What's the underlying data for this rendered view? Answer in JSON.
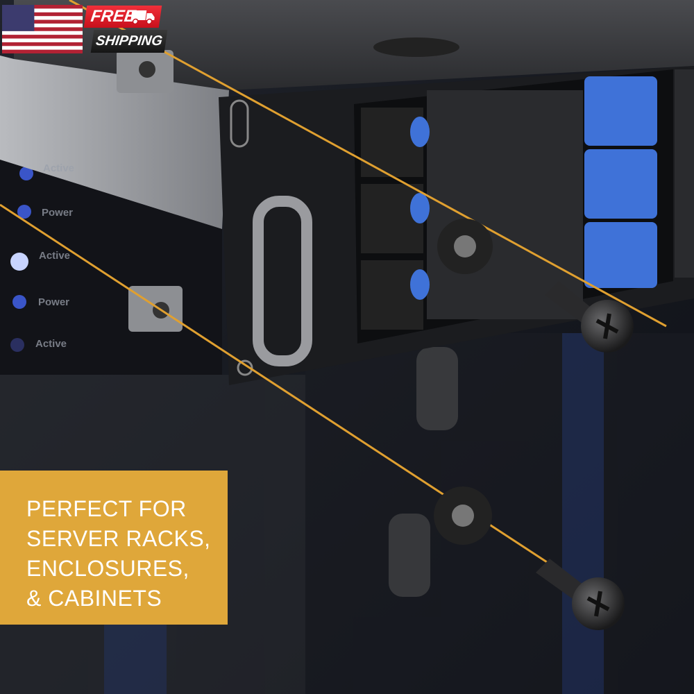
{
  "badges": {
    "flag_icon": "us-flag-icon",
    "free_label": "FREE",
    "truck_icon": "delivery-truck-icon",
    "shipping_label": "SHIPPING"
  },
  "background_server_labels": [
    "Active",
    "Power",
    "Active",
    "Power",
    "Active"
  ],
  "promo": {
    "lines": [
      "PERFECT FOR",
      "SERVER RACKS,",
      "ENCLOSURES,",
      "& CABINETS"
    ],
    "background_color": "#dfa73a"
  },
  "colors": {
    "guide_line": "#e0a030",
    "drive_tray_blue": "#3f72d8",
    "chassis": "#1b1c1f"
  }
}
